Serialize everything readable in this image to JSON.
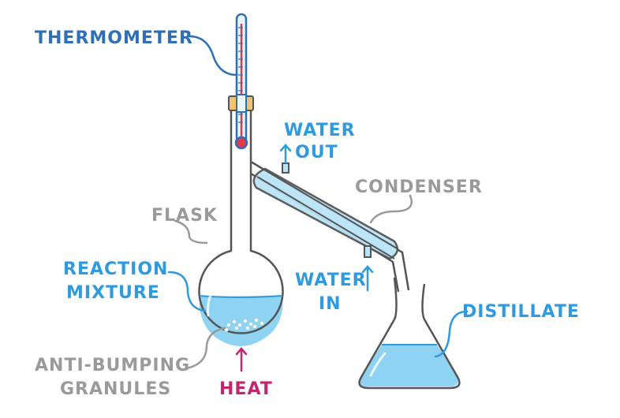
{
  "colors": {
    "thermometer_label": "#2f6fb8",
    "water_label": "#2f9ae0",
    "neutral_label": "#9a9a9a",
    "heat_label": "#c2266e",
    "liquid": "#8fd3f3",
    "glass_outline": "#555555",
    "bung": "#f2c36b",
    "mercury": "#e0394a"
  },
  "labels": {
    "thermometer": "THERMOMETER",
    "water_out_1": "WATER",
    "water_out_2": "OUT",
    "condenser": "CONDENSER",
    "flask": "FLASK",
    "reaction_1": "REACTION",
    "reaction_2": "MIXTURE",
    "water_in_1": "WATER",
    "water_in_2": "IN",
    "distillate": "DISTILLATE",
    "anti_bumping_1": "ANTI-BUMPING",
    "anti_bumping_2": "GRANULES",
    "heat": "HEAT"
  }
}
